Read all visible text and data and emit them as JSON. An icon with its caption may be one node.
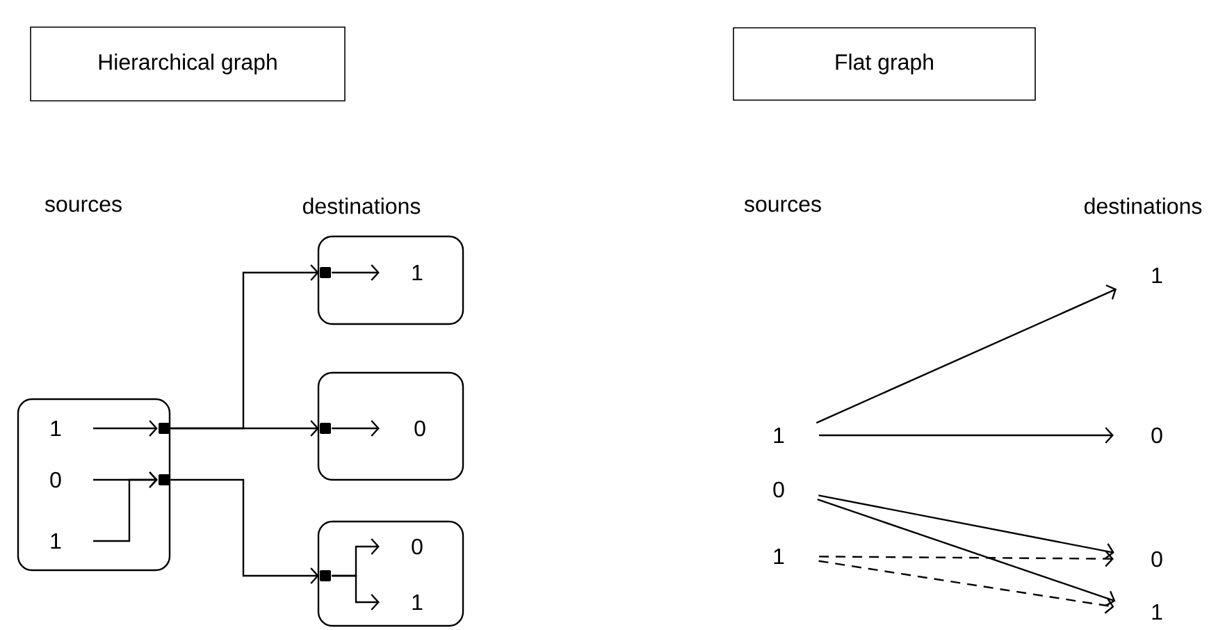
{
  "diagram": {
    "nodes": [
      {
        "text": [
          "Hierarchical graph"
        ]
      },
      {
        "text": [
          "Flat graph"
        ]
      },
      {
        "text": [],
        "shape": "box"
      },
      {
        "text": [
          "1"
        ],
        "in": 2
      },
      {
        "text": [
          "0"
        ],
        "in": 2
      },
      {
        "text": [
          "1"
        ],
        "in": 2
      },
      {
        "text": [],
        "shape": "box",
        "in": 2
      },
      {
        "text": [],
        "shape": "box",
        "in": 2
      },
      {
        "text": [],
        "shape": "box"
      },
      {
        "text": [],
        "shape": "box",
        "in": 8
      },
      {
        "text": [
          "1"
        ],
        "in": 8
      },
      {
        "text": [],
        "shape": "box"
      },
      {
        "text": [],
        "shape": "box",
        "in": 11
      },
      {
        "text": [
          "0"
        ],
        "in": 11
      },
      {
        "text": [],
        "shape": "box"
      },
      {
        "text": [],
        "shape": "box",
        "in": 14
      },
      {
        "text": [
          "0"
        ],
        "in": 14
      },
      {
        "text": [
          "1"
        ],
        "in": 14
      },
      {
        "text": [
          "1"
        ]
      },
      {
        "text": [
          "0"
        ]
      },
      {
        "text": [
          "1"
        ]
      },
      {
        "text": [
          "1"
        ]
      },
      {
        "text": [
          "0"
        ]
      },
      {
        "text": [
          "0"
        ]
      },
      {
        "text": [
          "1"
        ]
      }
    ],
    "edges": [
      {
        "from": 3,
        "to": 6,
        "arrow": "to"
      },
      {
        "from": 4,
        "to": 7,
        "arrow": "to"
      },
      {
        "from": 5,
        "to": 7,
        "arrow": "to"
      },
      {
        "from": 6,
        "to": 9,
        "arrow": "to"
      },
      {
        "from": 6,
        "to": 12,
        "arrow": "to"
      },
      {
        "from": 7,
        "to": 15,
        "arrow": "to"
      },
      {
        "from": 9,
        "to": 10,
        "arrow": "to"
      },
      {
        "from": 12,
        "to": 13,
        "arrow": "to"
      },
      {
        "from": 15,
        "to": 16,
        "arrow": "to"
      },
      {
        "from": 15,
        "to": 17,
        "arrow": "to"
      },
      {
        "from": 18,
        "to": 21,
        "arrow": "to"
      },
      {
        "from": 18,
        "to": 22,
        "arrow": "to"
      },
      {
        "from": 19,
        "to": 23,
        "arrow": "to"
      },
      {
        "from": 19,
        "to": 24,
        "arrow": "to"
      },
      {
        "from": 20,
        "to": 23,
        "arrow": "to",
        "style": "dashed"
      },
      {
        "from": 20,
        "to": 24,
        "arrow": "to",
        "style": "dashed"
      }
    ],
    "labels": [
      "sources",
      "destinations",
      "sources",
      "destinations"
    ]
  }
}
